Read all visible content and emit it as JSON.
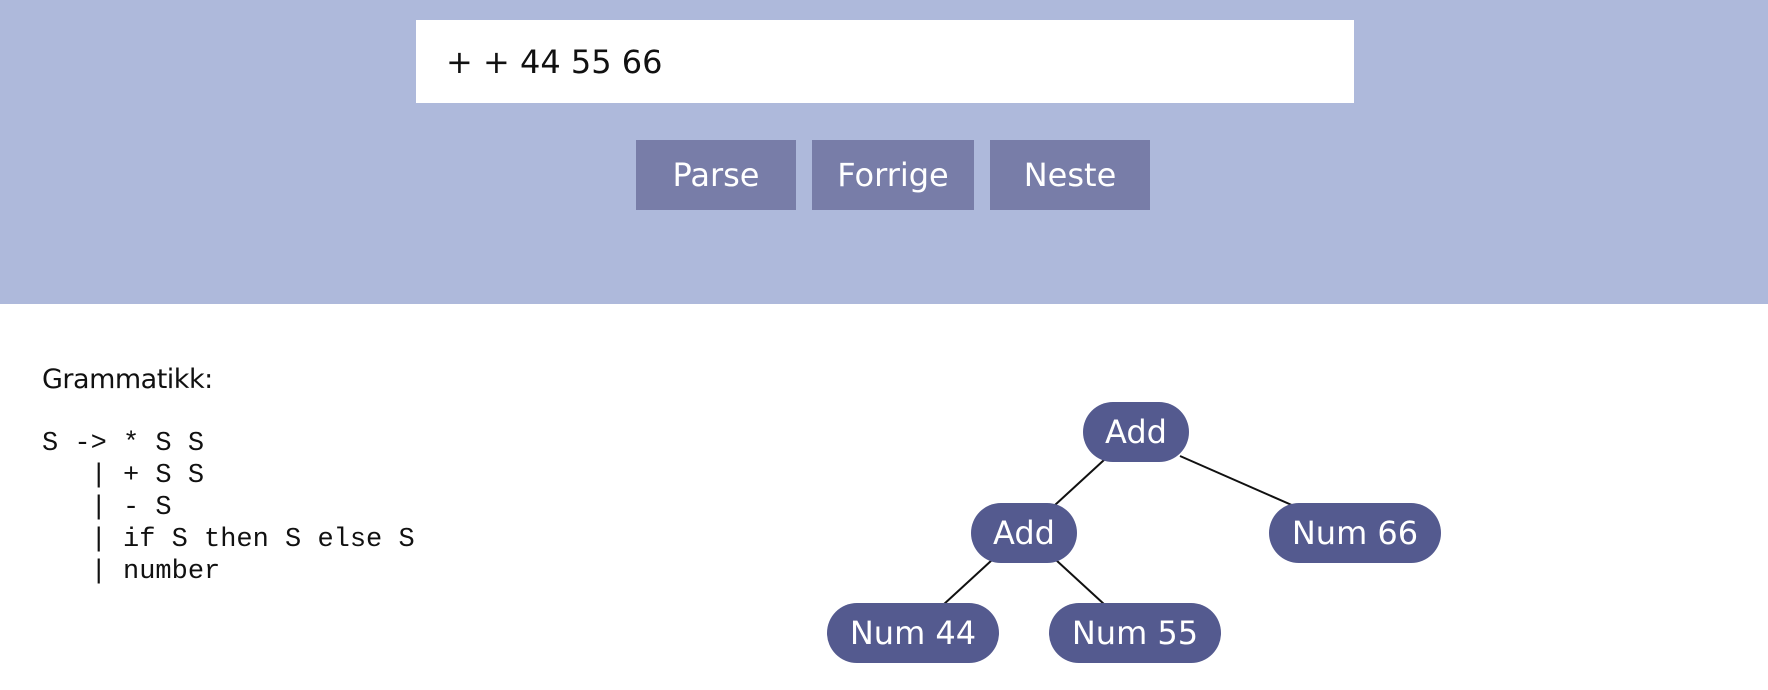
{
  "input": {
    "value": "+ + 44 55 66"
  },
  "buttons": {
    "parse_label": "Parse",
    "prev_label": "Forrige",
    "next_label": "Neste"
  },
  "grammar": {
    "title": "Grammatikk:",
    "text": "S -> * S S\n   | + S S\n   | - S\n   | if S then S else S\n   | number"
  },
  "tree": {
    "root": "Add",
    "left_child": "Add",
    "right_child": "Num 66",
    "left_left": "Num 44",
    "left_right": "Num 55"
  },
  "colors": {
    "header_bg": "#aeb9db",
    "button_bg": "#787da8",
    "node_bg": "#545a8f"
  }
}
